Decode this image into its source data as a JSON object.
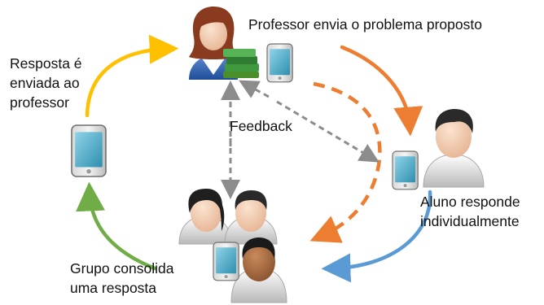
{
  "labels": {
    "professor": "Professor envia o problema proposto",
    "resposta": "Resposta é\nenviada ao\nprofessor",
    "feedback": "Feedback",
    "aluno": "Aluno responde\nindividualmente",
    "grupo": "Grupo consolida\numa resposta"
  },
  "colors": {
    "professor_arrow": "#ED7D31",
    "dashed_orange": "#ED7D31",
    "aluno_arrow": "#5B9BD5",
    "grupo_arrow": "#70AD47",
    "resposta_arrow": "#FFC000",
    "feedback_arrow": "#8C8C8C"
  },
  "icons": [
    "teacher-icon",
    "books-icon",
    "tablet-icon",
    "student-icon",
    "group-icon"
  ]
}
